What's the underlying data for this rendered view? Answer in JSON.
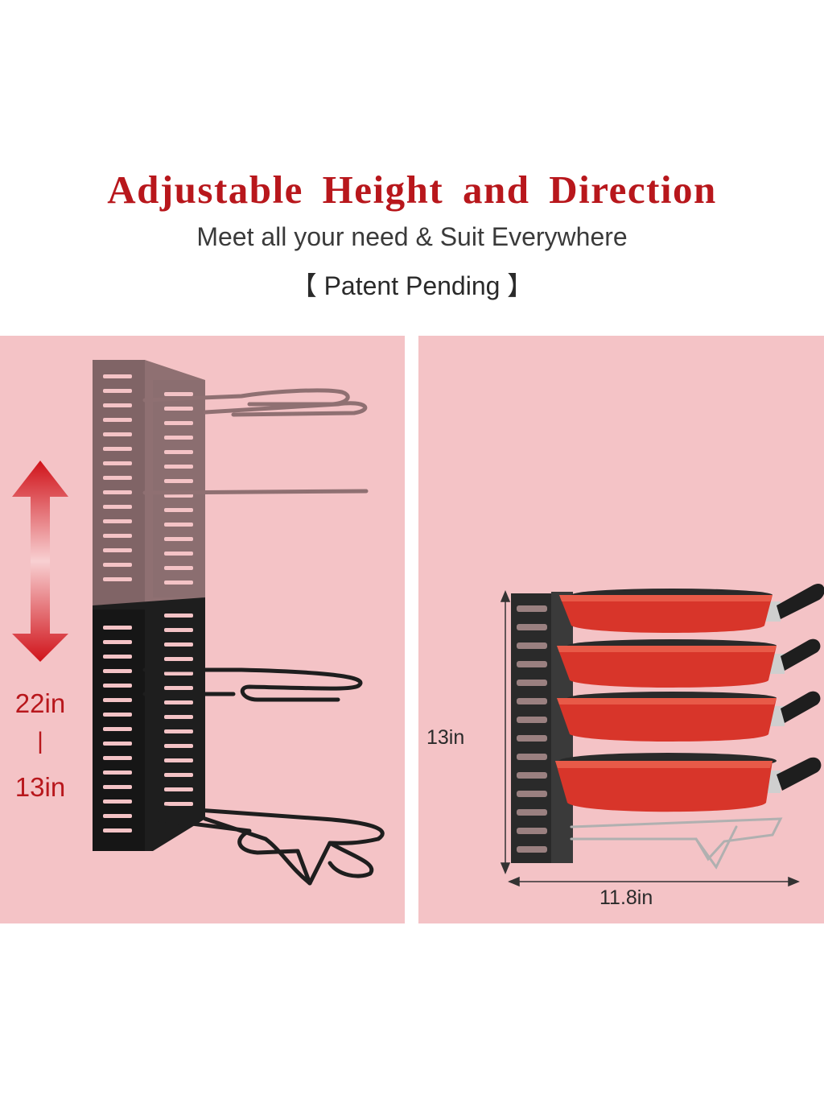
{
  "headline": "Adjustable Height and Direction",
  "subline": "Meet all your need & Suit Everywhere",
  "patent": "【 Patent Pending 】",
  "left_panel": {
    "range_top": "22in",
    "range_separator": "|",
    "range_bottom": "13in"
  },
  "right_panel": {
    "height_label": "13in",
    "width_label": "11.8in"
  },
  "colors": {
    "accent_red": "#b8171c",
    "panel_pink": "#f4c3c6",
    "rack_dark": "#1e1e1e",
    "pan_red": "#d8352a"
  }
}
